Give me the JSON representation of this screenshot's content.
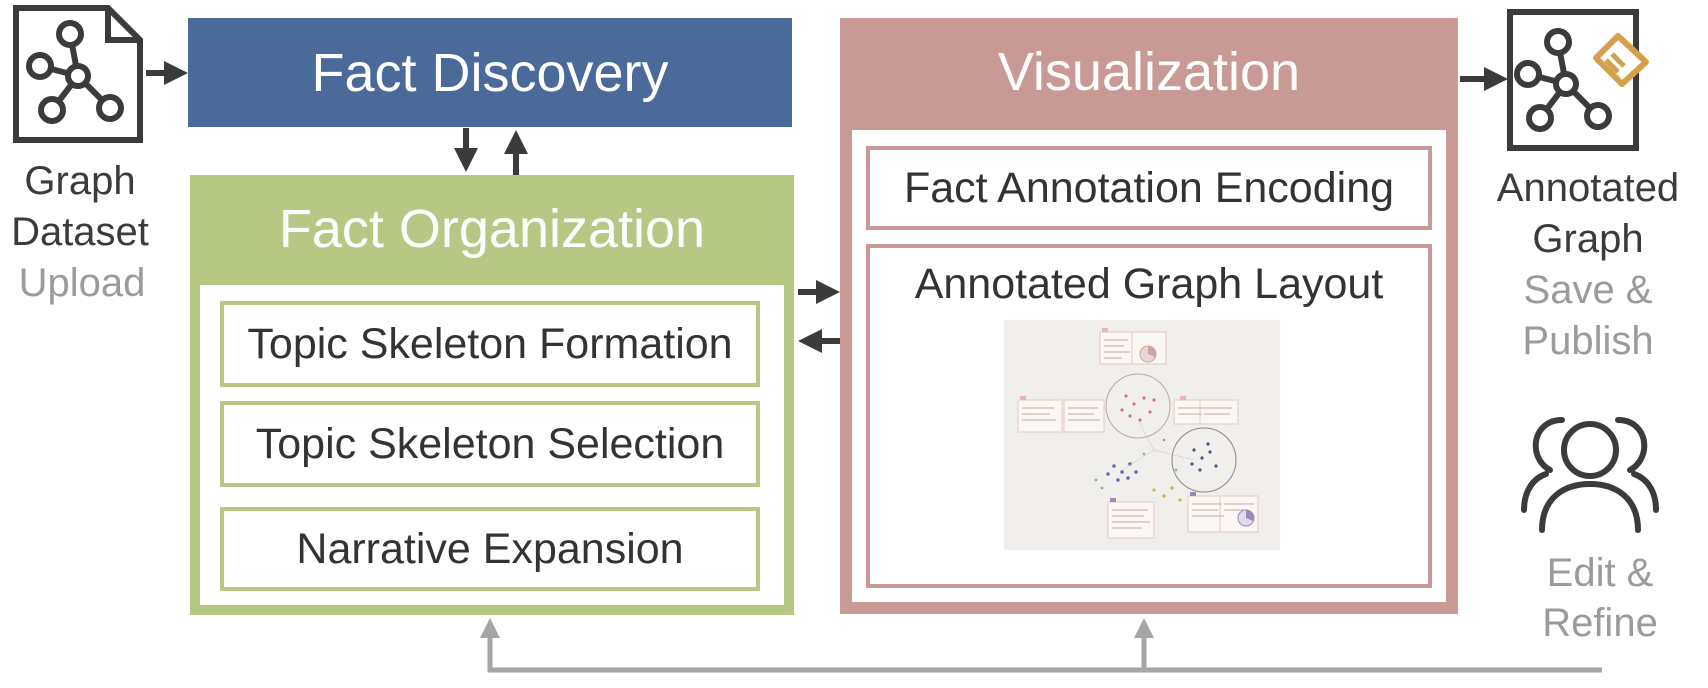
{
  "left": {
    "icon": "graph-document-icon",
    "label_line1": "Graph",
    "label_line2": "Dataset",
    "action": "Upload"
  },
  "discovery": {
    "title": "Fact Discovery"
  },
  "organization": {
    "title": "Fact Organization",
    "items": [
      "Topic Skeleton Formation",
      "Topic Skeleton Selection",
      "Narrative Expansion"
    ]
  },
  "visualization": {
    "title": "Visualization",
    "encoding": "Fact Annotation Encoding",
    "layout": "Annotated Graph Layout",
    "thumbnail": "annotated-graph-thumbnail"
  },
  "right": {
    "icon": "annotated-graph-icon",
    "label_line1": "Annotated",
    "label_line2": "Graph",
    "action_line1": "Save &",
    "action_line2": "Publish",
    "users_icon": "users-icon",
    "edit_line1": "Edit &",
    "edit_line2": "Refine"
  },
  "colors": {
    "discovery": "#4a6a9a",
    "organization": "#b7c884",
    "visualization": "#c99a95",
    "arrow_dark": "#3b3b3b",
    "arrow_gray": "#a6a6a6"
  }
}
